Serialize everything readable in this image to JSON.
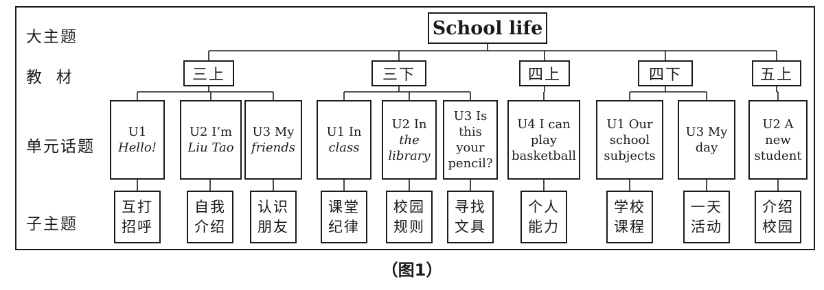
{
  "root": "School life",
  "row_labels": [
    "大主题",
    "教  材",
    "单元话题",
    "子主题"
  ],
  "caption": "（图1）",
  "terms": [
    {
      "label": "三上",
      "units": [
        {
          "code": "U1",
          "title": "Hello!",
          "italic": true,
          "sub": "互打\n招呼"
        },
        {
          "code": "U2 I’m",
          "title": "Liu Tao",
          "italic": true,
          "sub": "自我\n介绍"
        },
        {
          "code": "U3 My",
          "title": "friends",
          "italic": true,
          "sub": "认识\n朋友"
        }
      ]
    },
    {
      "label": "三下",
      "units": [
        {
          "code": "U1 In",
          "title": "class",
          "italic": true,
          "sub": "课堂\n纪律"
        },
        {
          "code": "U2 In",
          "title": "the\nlibrary",
          "italic": true,
          "sub": "校园\n规则"
        },
        {
          "code": "U3 Is",
          "title": "this\nyour\npencil?",
          "italic": false,
          "sub": "寻找\n文具"
        }
      ]
    },
    {
      "label": "四上",
      "units": [
        {
          "code": "U4 I can",
          "title": "play\nbasketball",
          "italic": false,
          "sub": "个人\n能力"
        }
      ]
    },
    {
      "label": "四下",
      "units": [
        {
          "code": "U1 Our",
          "title": "school\nsubjects",
          "italic": false,
          "sub": "学校\n课程"
        },
        {
          "code": "U3 My",
          "title": "day",
          "italic": false,
          "sub": "一天\n活动"
        }
      ]
    },
    {
      "label": "五上",
      "units": [
        {
          "code": "U2 A",
          "title": "new\nstudent",
          "italic": false,
          "sub": "介绍\n校园"
        }
      ]
    }
  ]
}
